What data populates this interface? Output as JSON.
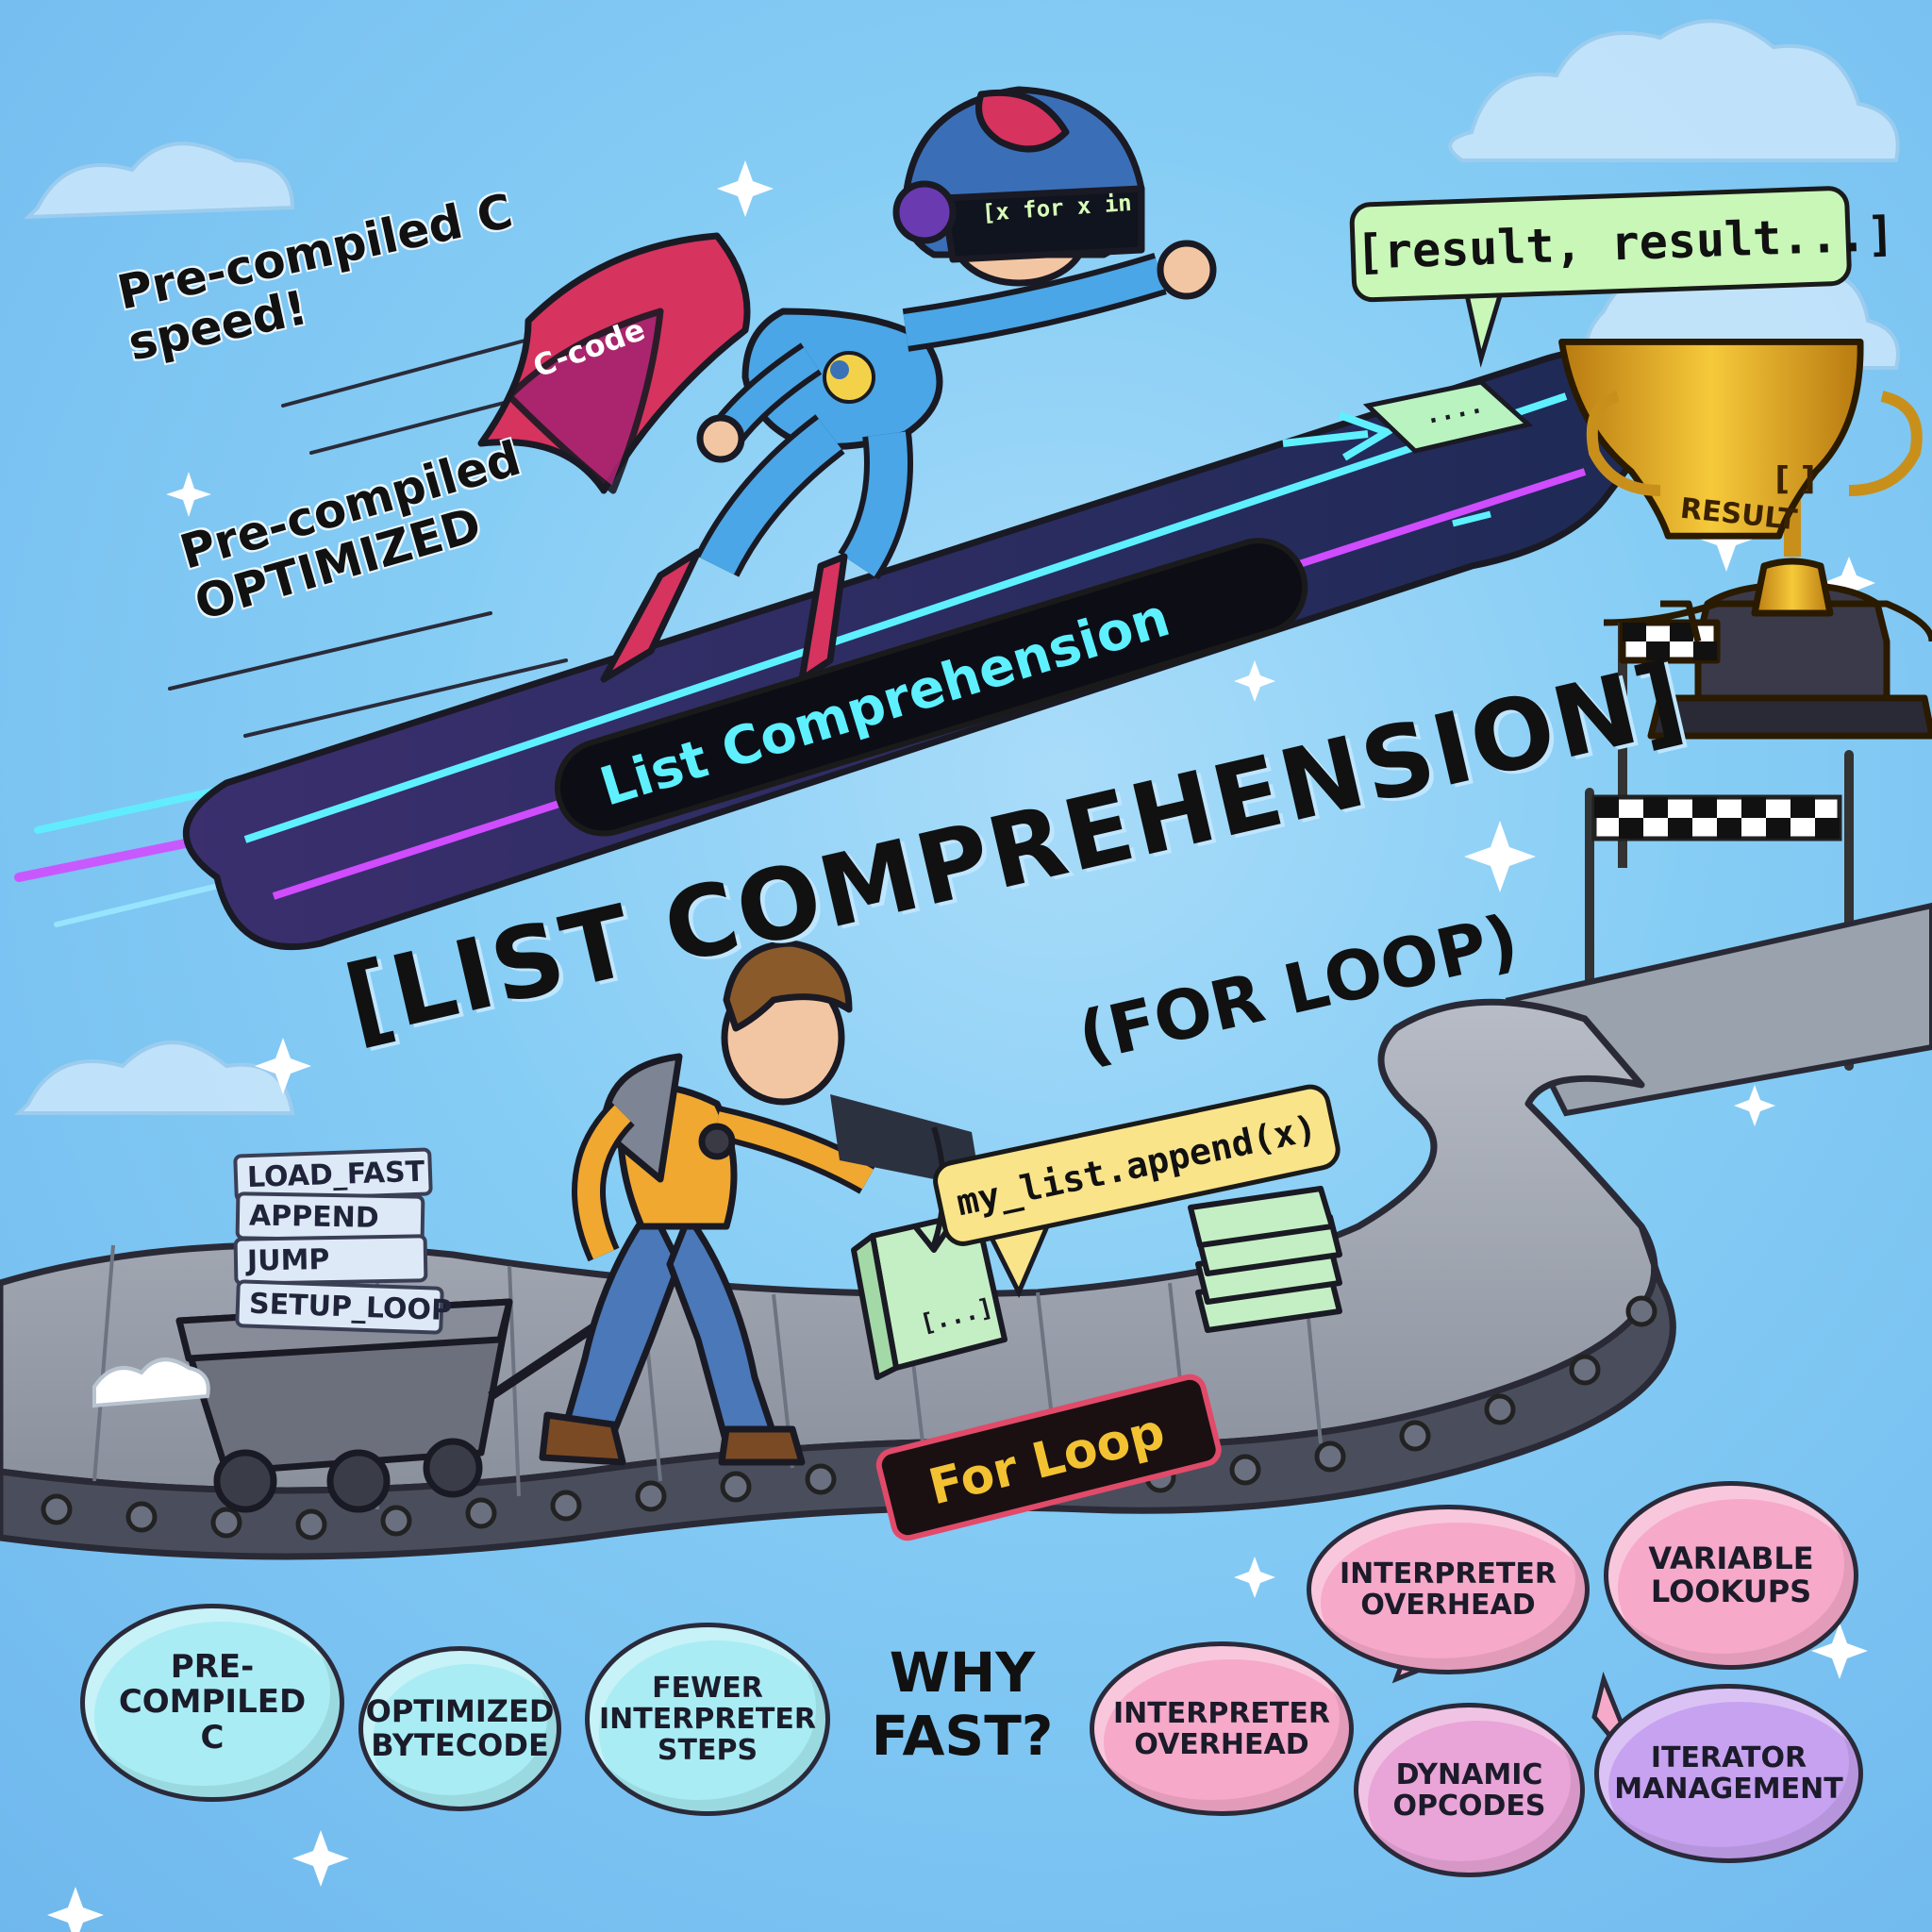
{
  "annotations": {
    "speed_note": "Pre-compiled C\nspeed!",
    "optimized_note": "Pre-compiled\nOPTIMIZED"
  },
  "hero": {
    "visor_code": "[x for x in",
    "cape_label": "C-code",
    "result_speech": "[result, result...]",
    "card_text": "....",
    "track_label": "List Comprehension"
  },
  "headline": {
    "main": "[LIST COMPREHENSION]",
    "sub": "(FOR LOOP)"
  },
  "loop_side": {
    "append_speech": "my_list.append(x)",
    "box_text": "[...]",
    "track_label": "For Loop",
    "cart_cards": [
      "LOAD_FAST",
      "APPEND",
      "JUMP",
      "SETUP_LOOP"
    ]
  },
  "trophy": {
    "brackets": "[ ]",
    "label": "RESULT"
  },
  "why_fast": {
    "heading": "WHY\nFAST?",
    "fast_bubbles": [
      "PRE-COMPILED\nC",
      "OPTIMIZED\nBYTECODE",
      "FEWER\nINTERPRETER\nSTEPS"
    ],
    "slow_bubbles": [
      "INTERPRETER\nOVERHEAD",
      "VARIABLE\nLOOKUPS",
      "INTERPRETER\nOVERHEAD",
      "DYNAMIC\nOPCODES",
      "ITERATOR\nMANAGEMENT"
    ]
  },
  "colors": {
    "sky": "#7cc4f2",
    "fast_bubble": "#a9ecf4",
    "slow_bubble": "#f6a9c9",
    "violet_bubble": "#c7a2f0",
    "neon_cyan": "#5ef0ff",
    "neon_magenta": "#d04cff",
    "loop_label": "#f3c232"
  }
}
